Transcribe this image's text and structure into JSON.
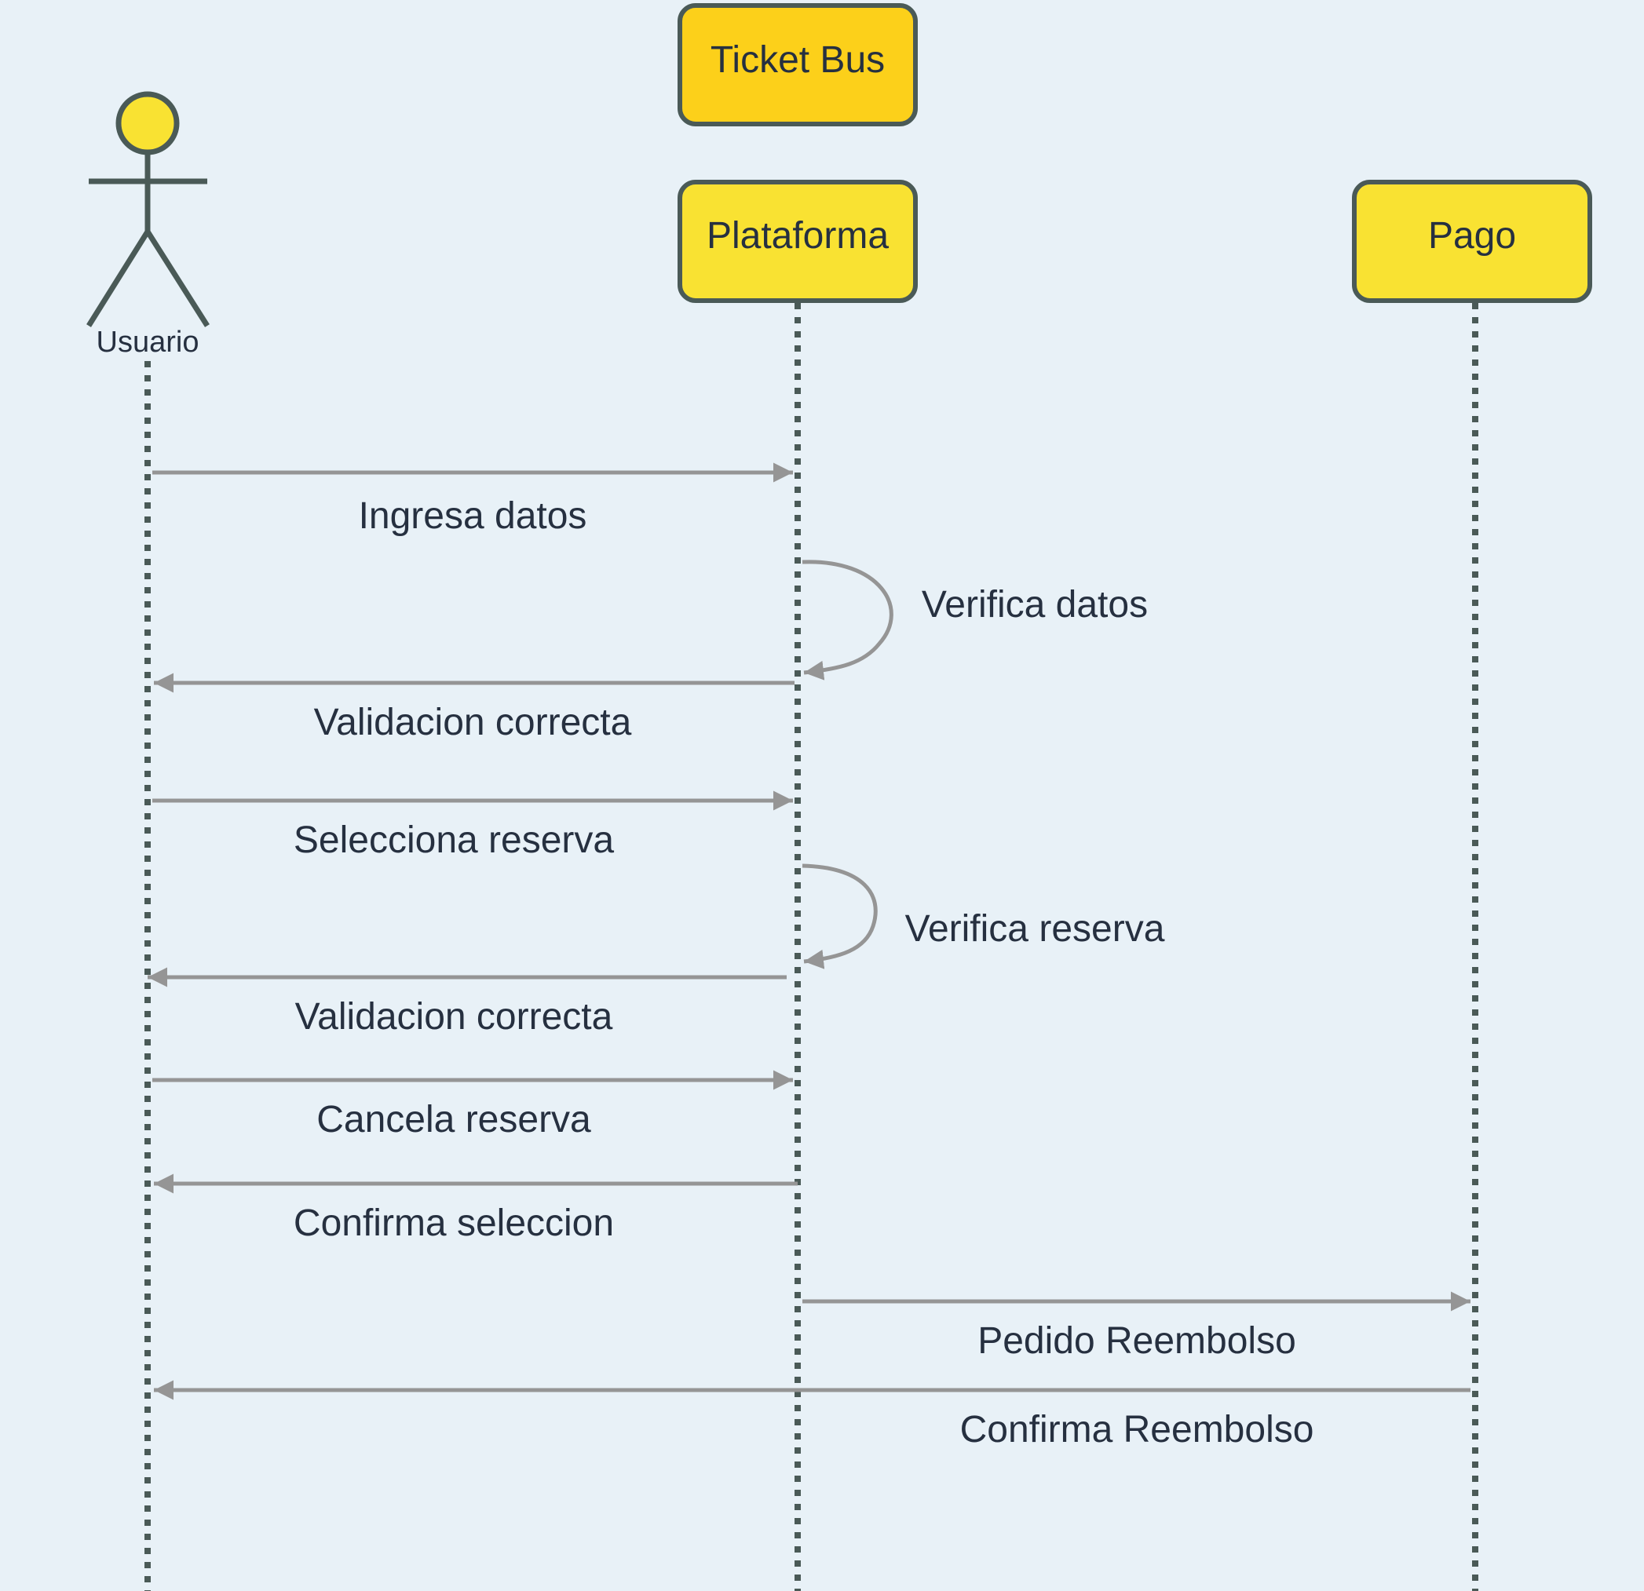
{
  "colors": {
    "background": "#e8f1f7",
    "box_fill": "#f9e232",
    "title_fill": "#fcd01a",
    "box_stroke": "#4a5a57",
    "lifeline": "#4a5a57",
    "arrow": "#959595",
    "text": "#263040"
  },
  "diagram": {
    "title": "Ticket Bus",
    "participants": [
      {
        "id": "usuario",
        "label": "Usuario",
        "kind": "actor"
      },
      {
        "id": "plataforma",
        "label": "Plataforma",
        "kind": "box"
      },
      {
        "id": "pago",
        "label": "Pago",
        "kind": "box"
      }
    ],
    "messages": [
      {
        "from": "usuario",
        "to": "plataforma",
        "label": "Ingresa datos"
      },
      {
        "from": "plataforma",
        "to": "plataforma",
        "label": "Verifica datos"
      },
      {
        "from": "plataforma",
        "to": "usuario",
        "label": "Validacion correcta"
      },
      {
        "from": "usuario",
        "to": "plataforma",
        "label": "Selecciona reserva"
      },
      {
        "from": "plataforma",
        "to": "plataforma",
        "label": "Verifica reserva"
      },
      {
        "from": "plataforma",
        "to": "usuario",
        "label": "Validacion correcta"
      },
      {
        "from": "usuario",
        "to": "plataforma",
        "label": "Cancela reserva"
      },
      {
        "from": "plataforma",
        "to": "usuario",
        "label": "Confirma seleccion"
      },
      {
        "from": "plataforma",
        "to": "pago",
        "label": "Pedido Reembolso"
      },
      {
        "from": "pago",
        "to": "usuario",
        "label": "Confirma Reembolso"
      }
    ]
  }
}
